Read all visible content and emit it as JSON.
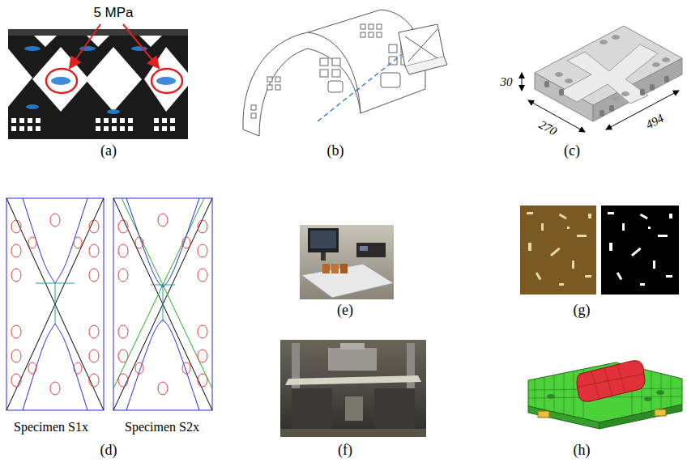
{
  "diagram": {
    "labels": [
      "5 MPa",
      "(a)",
      "(b)",
      "(c)",
      "30",
      "494",
      "270",
      "Specimen S1x",
      "Specimen S2x",
      "(d)",
      "(e)",
      "(g)",
      "(f)",
      "(h)"
    ]
  }
}
